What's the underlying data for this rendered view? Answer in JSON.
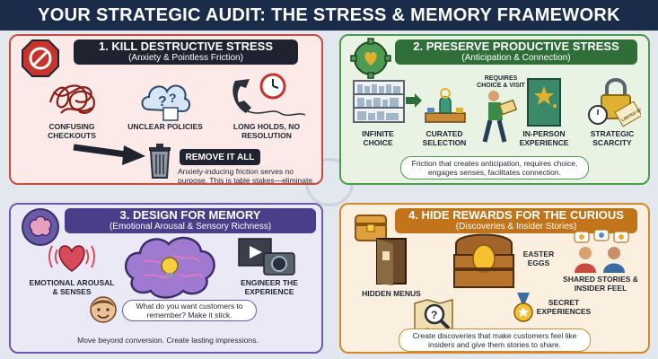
{
  "title": "YOUR STRATEGIC AUDIT: THE STRESS & MEMORY FRAMEWORK",
  "p1": {
    "heading": "1. KILL DESTRUCTIVE STRESS",
    "subheading": "(Anxiety & Pointless Friction)",
    "items": [
      "CONFUSING CHECKOUTS",
      "UNCLEAR POLICIES",
      "LONG HOLDS, NO RESOLUTION"
    ],
    "action": "REMOVE IT ALL",
    "note": "Anxiety-inducing friction serves no purpose. This is table stakes—eliminate."
  },
  "p2": {
    "heading": "2. PRESERVE PRODUCTIVE STRESS",
    "subheading": "(Anticipation & Connection)",
    "items": [
      "INFINITE CHOICE",
      "CURATED SELECTION",
      "IN-PERSON EXPERIENCE",
      "STRATEGIC SCARCITY"
    ],
    "callout": "REQUIRES CHOICE & VISIT",
    "tag": "LIMITED EDITION",
    "note": "Friction that creates anticipation, requires choice, engages senses, facilitates connection."
  },
  "p3": {
    "heading": "3. DESIGN FOR MEMORY",
    "subheading": "(Emotional Arousal & Sensory Richness)",
    "items": [
      "EMOTIONAL AROUSAL & SENSES",
      "ENGINEER THE EXPERIENCE"
    ],
    "bubble": "What do you want customers to remember? Make it stick.",
    "note": "Move beyond conversion. Create lasting impressions."
  },
  "p4": {
    "heading": "4. HIDE REWARDS FOR THE CURIOUS",
    "subheading": "(Discoveries & Insider Stories)",
    "items": [
      "HIDDEN MENUS",
      "EASTER EGGS",
      "SHARED STORIES & INSIDER FEEL",
      "SECRET EXPERIENCES"
    ],
    "note": "Create discoveries that make customers feel like insiders and give them stories to share."
  },
  "colors": {
    "navy": "#1a2c4a",
    "red": "#c84a40",
    "green": "#4e9a52",
    "purple": "#6a5aa8",
    "orange": "#d48a2a"
  }
}
